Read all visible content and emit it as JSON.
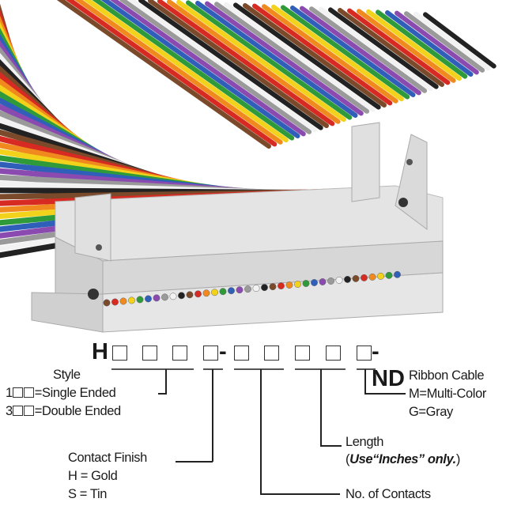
{
  "part_number": {
    "prefix": "H",
    "suffix": "-ND",
    "separator": "-"
  },
  "labels": {
    "style": {
      "title": "Style",
      "options": [
        {
          "code": "1",
          "text": "=Single Ended"
        },
        {
          "code": "3",
          "text": "=Double Ended"
        }
      ]
    },
    "contact_finish": {
      "title": "Contact Finish",
      "options": [
        "H = Gold",
        "S = Tin"
      ]
    },
    "contacts": {
      "title": "No. of Contacts"
    },
    "length": {
      "title": "Length",
      "note_open": "(",
      "note": "Use“Inches” only.",
      "note_close": ")"
    },
    "ribbon_cable": {
      "title": "Ribbon Cable",
      "options": [
        "M=Multi-Color",
        "G=Gray"
      ]
    }
  },
  "wire_colors": [
    "#7a4a2a",
    "#d62a22",
    "#f08a1e",
    "#f2d21a",
    "#2f9a3a",
    "#2f5fb8",
    "#8a4ab0",
    "#9a9a9a",
    "#f2f2f2",
    "#222222"
  ],
  "connector_color": "#d9d9d9"
}
